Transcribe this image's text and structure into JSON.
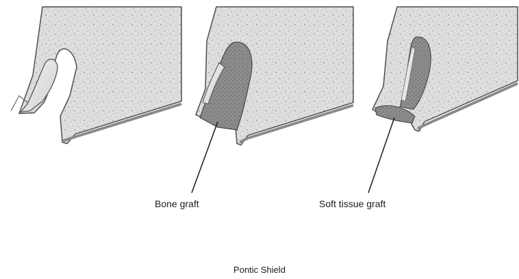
{
  "labels": {
    "bone_graft": "Bone graft",
    "soft_tissue_graft": "Soft tissue graft"
  },
  "caption": "Pontic Shield",
  "colors": {
    "bone_fill": "#d9d9d9",
    "bone_speckle": "#9a9a9a",
    "tooth_fill": "#ececec",
    "outline": "#555555",
    "graft_fill": "#8a8a8a",
    "leader": "#1a1a1a"
  }
}
